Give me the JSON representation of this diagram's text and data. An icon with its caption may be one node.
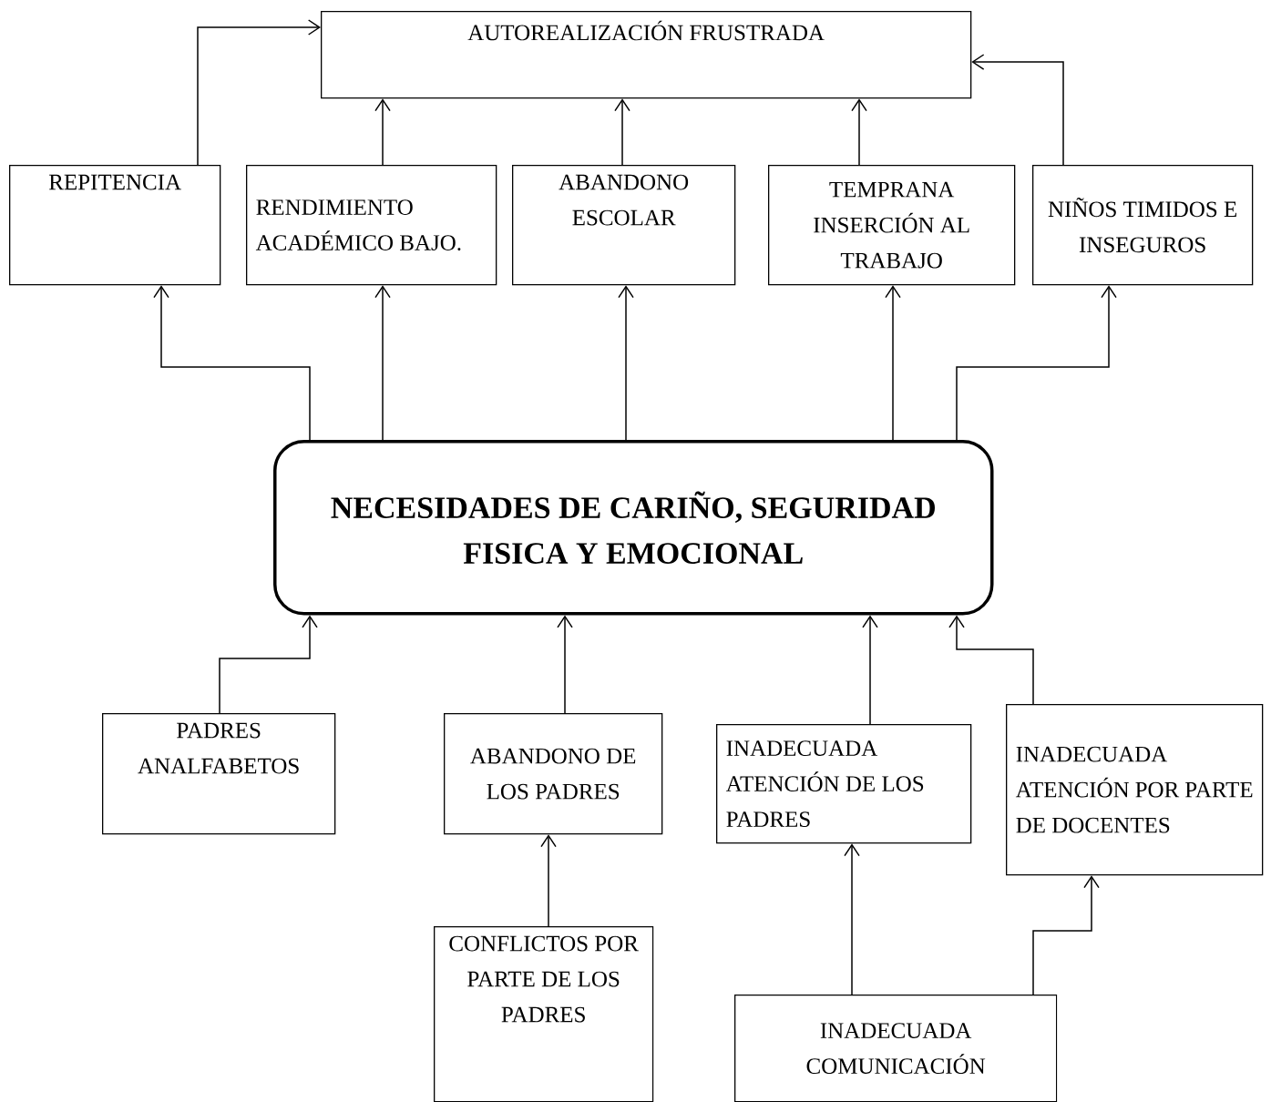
{
  "diagram": {
    "nodes": [
      {
        "text": [
          "AUTOREALIZACIÓN FRUSTRADA"
        ]
      },
      {
        "text": [
          "REPITENCIA"
        ]
      },
      {
        "text": [
          "RENDIMIENTO ACADÉMICO BAJO."
        ]
      },
      {
        "text": [
          "ABANDONO ESCOLAR"
        ]
      },
      {
        "text": [
          "TEMPRANA INSERCIÓN AL TRABAJO"
        ]
      },
      {
        "text": [
          "NIÑOS TIMIDOS E INSEGUROS"
        ]
      },
      {
        "text": [
          "NECESIDADES DE CARIÑO, SEGURIDAD FISICA Y EMOCIONAL"
        ]
      },
      {
        "text": [
          "PADRES ANALFABETOS"
        ]
      },
      {
        "text": [
          "ABANDONO DE LOS PADRES"
        ]
      },
      {
        "text": [
          "INADECUADA ATENCIÓN DE LOS PADRES"
        ]
      },
      {
        "text": [
          "INADECUADA ATENCIÓN POR PARTE DE DOCENTES"
        ]
      },
      {
        "text": [
          "CONFLICTOS POR PARTE DE LOS PADRES"
        ]
      },
      {
        "text": [
          "INADECUADA COMUNICACIÓN"
        ]
      }
    ],
    "edges": [
      {
        "from": 1,
        "to": 0,
        "arrow": "to"
      },
      {
        "from": 2,
        "to": 0,
        "arrow": "to"
      },
      {
        "from": 3,
        "to": 0,
        "arrow": "to"
      },
      {
        "from": 4,
        "to": 0,
        "arrow": "to"
      },
      {
        "from": 5,
        "to": 0,
        "arrow": "to"
      },
      {
        "from": 6,
        "to": 1,
        "arrow": "to"
      },
      {
        "from": 6,
        "to": 2,
        "arrow": "to"
      },
      {
        "from": 6,
        "to": 3,
        "arrow": "to"
      },
      {
        "from": 6,
        "to": 4,
        "arrow": "to"
      },
      {
        "from": 6,
        "to": 5,
        "arrow": "to"
      },
      {
        "from": 7,
        "to": 6,
        "arrow": "to"
      },
      {
        "from": 8,
        "to": 6,
        "arrow": "to"
      },
      {
        "from": 9,
        "to": 6,
        "arrow": "to"
      },
      {
        "from": 10,
        "to": 6,
        "arrow": "to"
      },
      {
        "from": 11,
        "to": 8,
        "arrow": "to"
      },
      {
        "from": 12,
        "to": 9,
        "arrow": "to"
      },
      {
        "from": 12,
        "to": 10,
        "arrow": "to"
      }
    ]
  }
}
